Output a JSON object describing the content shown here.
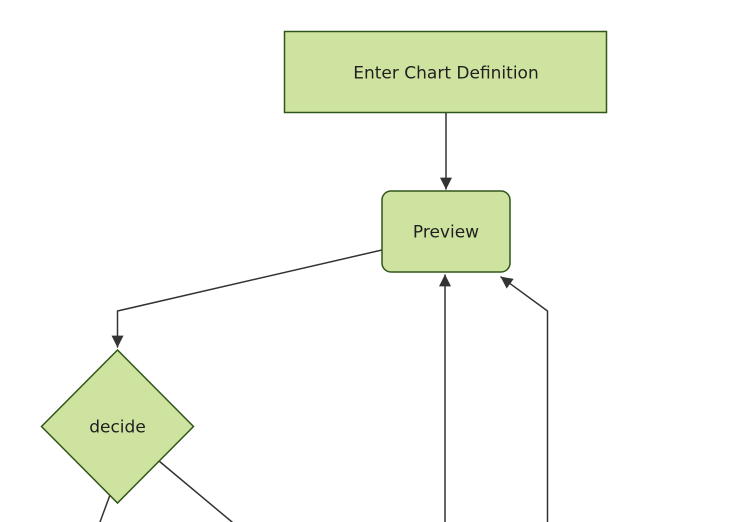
{
  "diagram": {
    "type": "flowchart",
    "direction": "top-down",
    "nodes": [
      {
        "id": "A",
        "label": "Enter Chart Definition",
        "shape": "rectangle"
      },
      {
        "id": "B",
        "label": "Preview",
        "shape": "rounded-rectangle"
      },
      {
        "id": "C",
        "label": "decide",
        "shape": "diamond"
      }
    ],
    "edges": [
      {
        "from": "A",
        "to": "B",
        "arrowhead": true
      },
      {
        "from": "B",
        "to": "C",
        "arrowhead": true
      },
      {
        "from": "offscreen-bottom",
        "to": "B",
        "arrowhead": true
      },
      {
        "from": "offscreen-bottom-right",
        "to": "B",
        "arrowhead": true
      },
      {
        "from": "C",
        "to": "offscreen-bottom-left",
        "arrowhead": false
      },
      {
        "from": "C",
        "to": "offscreen-bottom-right",
        "arrowhead": false
      }
    ]
  },
  "colors": {
    "background": "#ffffff",
    "node_fill": "#cfe3a0",
    "node_stroke": "#30561a",
    "edge": "#333333",
    "text": "#1f1f1f"
  }
}
